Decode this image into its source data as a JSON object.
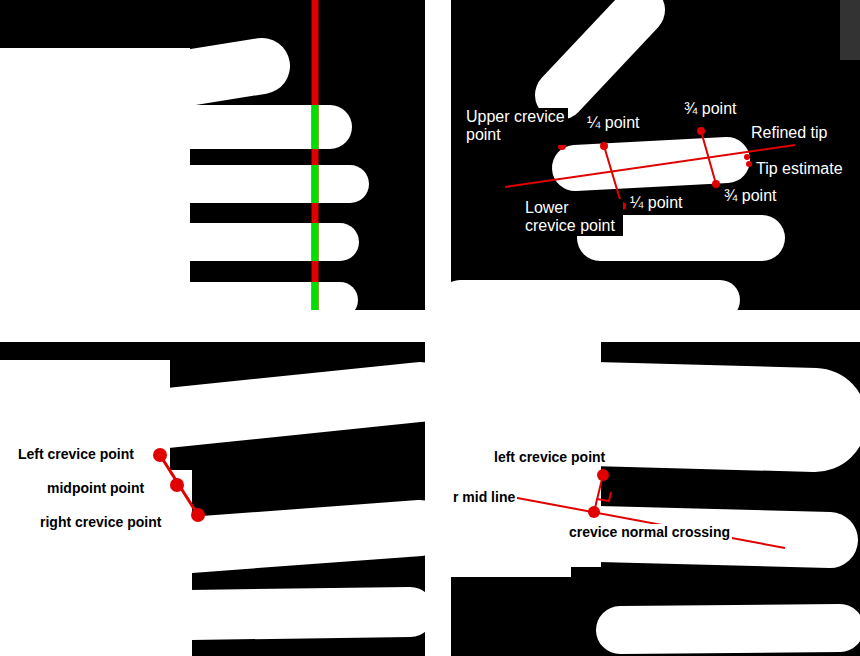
{
  "diagram": {
    "labels": [
      "Upper crevice point",
      "¼ point",
      "¾ point",
      "Refined tip",
      "Tip estimate",
      "¼ point",
      "¾ point",
      "Lower crevice point",
      "Left crevice point",
      "midpoint point",
      "right crevice point",
      "left crevice point",
      "r mid line",
      "crevice normal crossing"
    ]
  }
}
